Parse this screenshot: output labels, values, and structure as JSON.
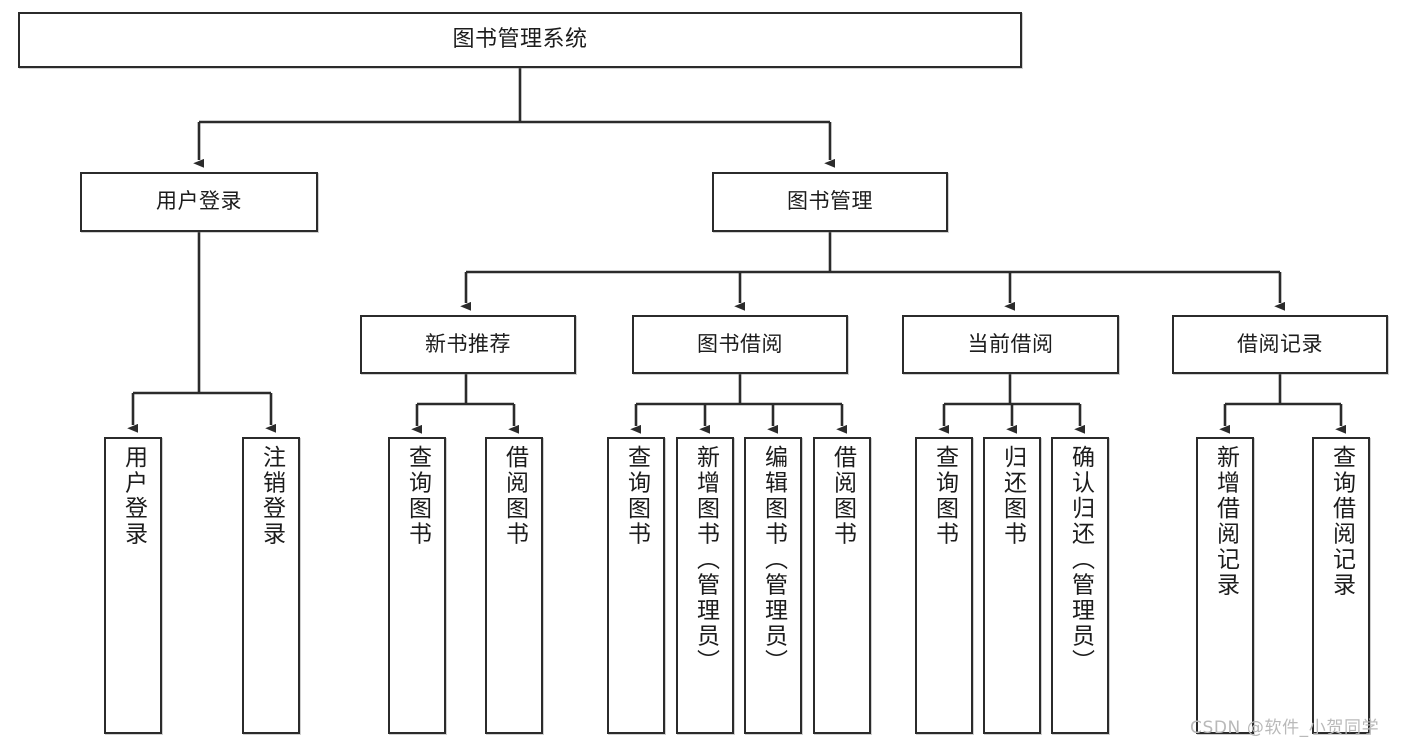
{
  "diagram": {
    "title": "图书管理系统",
    "type": "tree-hierarchy",
    "orientation": "top-down",
    "line_color": "#2b2b2b",
    "box_fill": "#ffffff",
    "watermark": "CSDN @软件_小贺同学",
    "nodes": {
      "root": {
        "label": "图书管理系统"
      },
      "level2": [
        {
          "id": "user-login",
          "label": "用户登录"
        },
        {
          "id": "book-manage",
          "label": "图书管理"
        }
      ],
      "level3": [
        {
          "id": "new-book-recommend",
          "label": "新书推荐"
        },
        {
          "id": "book-borrow",
          "label": "图书借阅"
        },
        {
          "id": "current-borrow",
          "label": "当前借阅"
        },
        {
          "id": "borrow-record",
          "label": "借阅记录"
        }
      ],
      "leaves": {
        "user-login": [
          {
            "id": "leaf-user-login",
            "label": "用户登录"
          },
          {
            "id": "leaf-logout",
            "label": "注销登录"
          }
        ],
        "new-book-recommend": [
          {
            "id": "leaf-query-book-1",
            "label": "查询图书"
          },
          {
            "id": "leaf-borrow-book-1",
            "label": "借阅图书"
          }
        ],
        "book-borrow": [
          {
            "id": "leaf-query-book-2",
            "label": "查询图书"
          },
          {
            "id": "leaf-add-book",
            "label": "新增图书（管理员）"
          },
          {
            "id": "leaf-edit-book",
            "label": "编辑图书（管理员）"
          },
          {
            "id": "leaf-borrow-book-2",
            "label": "借阅图书"
          }
        ],
        "current-borrow": [
          {
            "id": "leaf-query-book-3",
            "label": "查询图书"
          },
          {
            "id": "leaf-return-book",
            "label": "归还图书"
          },
          {
            "id": "leaf-confirm-return",
            "label": "确认归还（管理员）"
          }
        ],
        "borrow-record": [
          {
            "id": "leaf-add-record",
            "label": "新增借阅记录"
          },
          {
            "id": "leaf-query-record",
            "label": "查询借阅记录"
          }
        ]
      }
    }
  }
}
